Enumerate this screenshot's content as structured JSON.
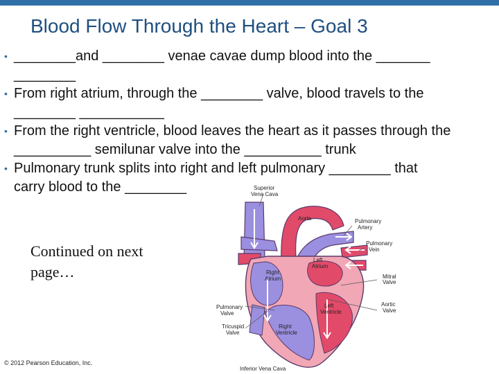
{
  "title": "Blood Flow Through the Heart – Goal 3",
  "bullets": [
    {
      "line1": "________and ________ venae cavae dump blood into the _______",
      "line2": "________"
    },
    {
      "line1": "From right atrium, through the ________ valve, blood travels to the",
      "line2": "________ ___________"
    },
    {
      "line1": "From the right ventricle, blood leaves the heart as it passes through the",
      "line2": "__________ semilunar valve into the __________ trunk"
    },
    {
      "line1": "Pulmonary trunk splits into right and left pulmonary ________ that",
      "line2": "carry blood to the ________"
    }
  ],
  "continued": {
    "line1": "Continued on next",
    "line2": "page…"
  },
  "copyright": "© 2012 Pearson Education, Inc.",
  "diagram": {
    "labels": {
      "superior_vena_cava": [
        "Superior",
        "Vena Cava"
      ],
      "aorta": "Aorta",
      "pulmonary_artery": [
        "Pulmonary",
        "Artery"
      ],
      "pulmonary_vein": [
        "Pulmonary",
        "Vein"
      ],
      "left_atrium": [
        "Left",
        "Atrium"
      ],
      "right_atrium": [
        "Right",
        "Atrium"
      ],
      "mitral_valve": [
        "Mitral",
        "Valve"
      ],
      "pulmonary_valve": [
        "Pulmonary",
        "Valve"
      ],
      "left_ventricle": [
        "Left",
        "Ventricle"
      ],
      "aortic_valve": [
        "Aortic",
        "Valve"
      ],
      "tricuspid_valve": [
        "Tricuspid",
        "Valve"
      ],
      "right_ventricle": [
        "Right",
        "Ventricle"
      ],
      "inferior_vena_cava": "Inferior Vena Cava"
    },
    "colors": {
      "deoxygenated": "#9b8fe0",
      "oxygenated": "#e24a6a",
      "wall": "#f1a7b5",
      "outline": "#5a3a6a"
    }
  }
}
